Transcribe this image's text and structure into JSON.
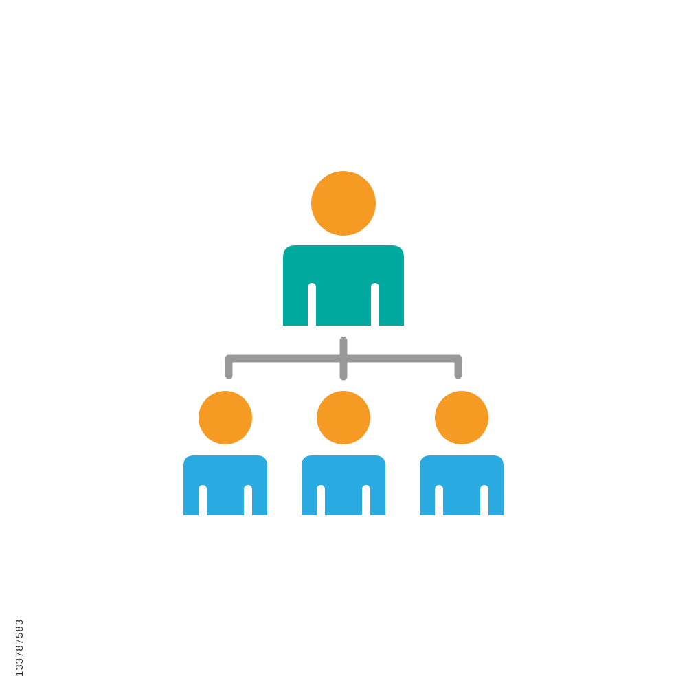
{
  "image": {
    "background": "#ffffff",
    "icon": {
      "name": "org-hierarchy-icon",
      "colors": {
        "head": "#f59a23",
        "manager_body": "#00a99d",
        "member_body": "#29abe2",
        "connector": "#999999"
      },
      "manager_count": 1,
      "member_count": 3
    },
    "stock_id": "133787583"
  }
}
